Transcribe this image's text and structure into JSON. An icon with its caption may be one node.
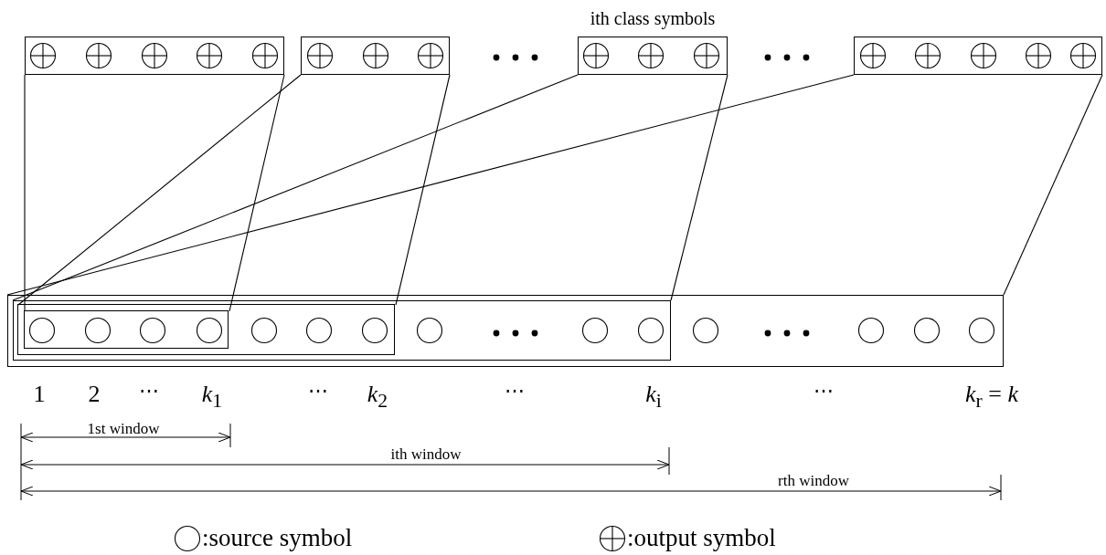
{
  "diagram": {
    "nodes": [
      {
        "text": [],
        "shape": "box"
      },
      {
        "text": [],
        "shape": "box"
      },
      {
        "text": [
          "ith class symbols"
        ]
      },
      {
        "text": [],
        "shape": "box"
      },
      {
        "text": [],
        "shape": "box"
      },
      {
        "text": [],
        "shape": "box",
        "in": 4
      },
      {
        "text": [],
        "shape": "box",
        "in": 5
      },
      {
        "text": [],
        "shape": "box",
        "in": 6
      }
    ],
    "edges": [
      {
        "from": 0,
        "to": 7,
        "arrow": "none"
      },
      {
        "from": 0,
        "to": 7,
        "arrow": "none"
      },
      {
        "from": 1,
        "to": 6,
        "arrow": "none"
      },
      {
        "from": 1,
        "to": 6,
        "arrow": "none"
      },
      {
        "from": 2,
        "to": 5,
        "arrow": "none"
      },
      {
        "from": 2,
        "to": 5,
        "arrow": "none"
      },
      {
        "from": 3,
        "to": 4,
        "arrow": "none"
      },
      {
        "from": 3,
        "to": 4,
        "arrow": "none"
      }
    ],
    "labels": [
      "1",
      "2",
      "⋯",
      "*k*$_{1}$",
      "⋯",
      "*k*$_{2}$",
      "⋯",
      "*k*$_{i}$",
      "⋯",
      "*k*$_{r}$ = *k*",
      "1st window",
      "ith window",
      "rth window"
    ],
    "legend": [
      {
        "text": ":source symbol"
      },
      {
        "text": ":output symbol"
      }
    ]
  }
}
